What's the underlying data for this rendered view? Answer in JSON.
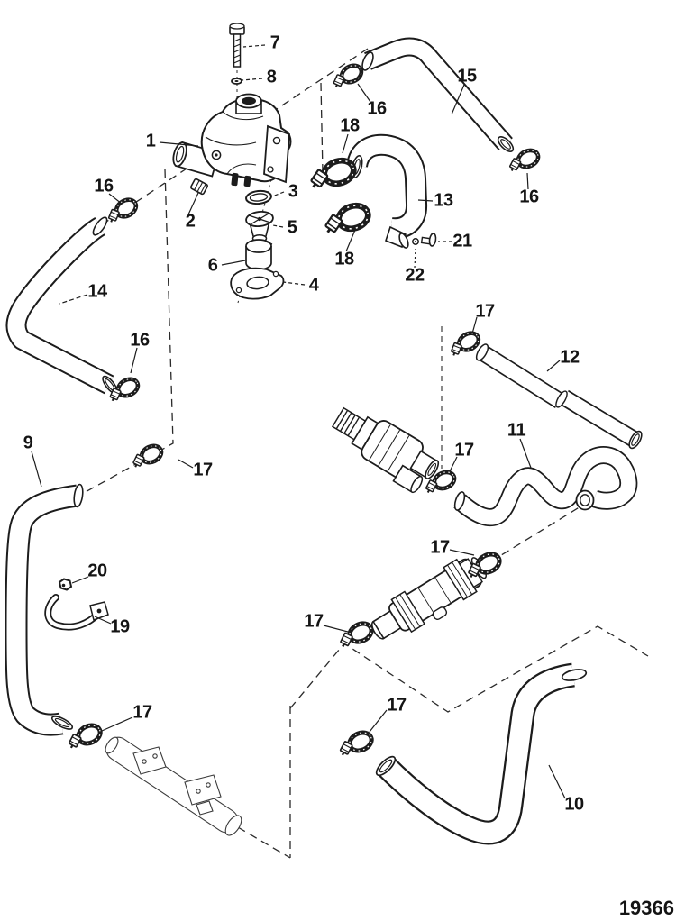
{
  "drawing": {
    "number": "19366",
    "kind": "exploded-parts-diagram",
    "background": "#ffffff",
    "line_color": "#1c1c1c"
  },
  "callouts": [
    {
      "part": "7",
      "text": "7"
    },
    {
      "part": "8",
      "text": "8"
    },
    {
      "part": "1",
      "text": "1"
    },
    {
      "part": "16",
      "text": "16"
    },
    {
      "part": "2",
      "text": "2"
    },
    {
      "part": "3",
      "text": "3"
    },
    {
      "part": "5",
      "text": "5"
    },
    {
      "part": "6",
      "text": "6"
    },
    {
      "part": "4",
      "text": "4"
    },
    {
      "part": "14",
      "text": "14"
    },
    {
      "part": "16",
      "text": "16"
    },
    {
      "part": "15",
      "text": "15"
    },
    {
      "part": "16",
      "text": "16"
    },
    {
      "part": "18",
      "text": "18"
    },
    {
      "part": "13",
      "text": "13"
    },
    {
      "part": "18",
      "text": "18"
    },
    {
      "part": "21",
      "text": "21"
    },
    {
      "part": "22",
      "text": "22"
    },
    {
      "part": "16",
      "text": "16"
    },
    {
      "part": "17",
      "text": "17"
    },
    {
      "part": "12",
      "text": "12"
    },
    {
      "part": "11",
      "text": "11"
    },
    {
      "part": "17",
      "text": "17"
    },
    {
      "part": "9",
      "text": "9"
    },
    {
      "part": "17",
      "text": "17"
    },
    {
      "part": "20",
      "text": "20"
    },
    {
      "part": "19",
      "text": "19"
    },
    {
      "part": "17",
      "text": "17"
    },
    {
      "part": "17",
      "text": "17"
    },
    {
      "part": "17",
      "text": "17"
    },
    {
      "part": "17",
      "text": "17"
    },
    {
      "part": "10",
      "text": "10"
    }
  ]
}
